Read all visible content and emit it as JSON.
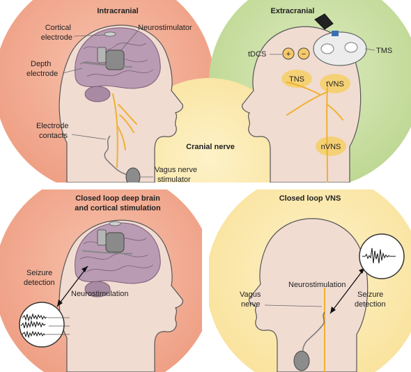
{
  "panels": {
    "intracranial": {
      "title": "Intracranial",
      "labels": {
        "cortical_electrode_line1": "Cortical",
        "cortical_electrode_line2": "electrode",
        "neurostimulator": "Neurostimulator",
        "depth_electrode_line1": "Depth",
        "depth_electrode_line2": "electrode",
        "electrode_contacts_line1": "Electrode",
        "electrode_contacts_line2": "contacts",
        "vagus_line1": "Vagus nerve",
        "vagus_line2": "stimulator"
      }
    },
    "extracranial": {
      "title": "Extracranial",
      "labels": {
        "tdcs": "tDCS",
        "plus": "+",
        "minus": "−",
        "tms": "TMS",
        "tns": "TNS",
        "tvns": "tVNS",
        "nvns": "nVNS"
      }
    },
    "cranial_nerve": {
      "title": "Cranial nerve"
    },
    "closed_loop_dbs": {
      "title_line1": "Closed loop deep brain",
      "title_line2": "and cortical stimulation",
      "labels": {
        "seizure_line1": "Seizure",
        "seizure_line2": "detection",
        "neurostimulation": "Neurostimulation"
      }
    },
    "closed_loop_vns": {
      "title": "Closed loop VNS",
      "labels": {
        "neurostimulation": "Neurostimulation",
        "vagus_line1": "Vagus",
        "vagus_line2": "nerve",
        "seizure_line1": "Seizure",
        "seizure_line2": "detection"
      }
    }
  },
  "colors": {
    "intracranial_bg": "#f0a489",
    "extracranial_bg": "#c6dd9e",
    "cranial_bg": "#fbe7a3",
    "closed_loop_dbs_bg": "#f0a489",
    "closed_loop_vns_bg": "#fbe7a3",
    "nerve": "#f0b030"
  }
}
